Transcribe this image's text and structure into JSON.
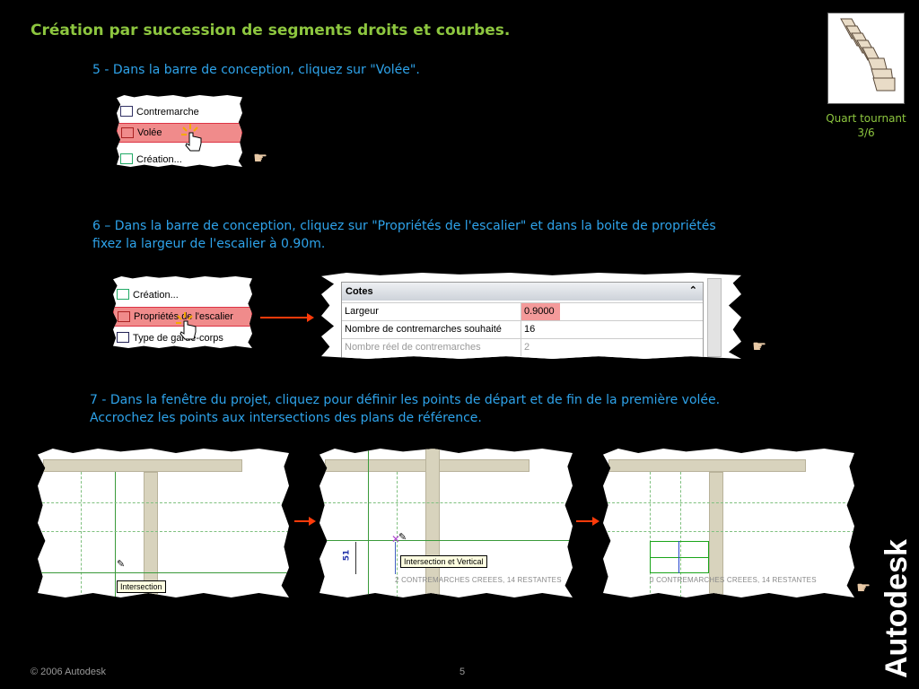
{
  "title": "Création par succession de segments droits et courbes.",
  "thumbnail": {
    "caption_line1": "Quart tournant",
    "caption_line2": "3/6",
    "icon": "stair-quarter-turn-icon"
  },
  "steps": {
    "step5": "5 - Dans la barre de conception, cliquez sur \"Volée\".",
    "step6_line1": "6 – Dans la barre de conception, cliquez sur \"Propriétés de l'escalier\" et dans la boite de propriétés",
    "step6_line2": "fixez la largeur de l'escalier à 0.90m.",
    "step7_line1": "7 - Dans la fenêtre du projet, cliquez pour définir les points de départ et de fin de la première volée.",
    "step7_line2": "Accrochez les points aux intersections des plans de référence."
  },
  "menu1": {
    "items": [
      "Contremarche",
      "Volée",
      "Création..."
    ],
    "highlighted": "Volée"
  },
  "menu2": {
    "items": [
      "Création...",
      "Propriétés de l'escalier",
      "Type de garde-corps"
    ],
    "highlighted": "Propriétés de l'escalier"
  },
  "props": {
    "section": "Cotes",
    "rows": [
      {
        "key": "Largeur",
        "value": "0.9000"
      },
      {
        "key": "Nombre de contremarches souhaité",
        "value": "16"
      },
      {
        "key": "Nombre réel de contremarches",
        "value": "2"
      }
    ]
  },
  "plans": {
    "p1_tooltip": "Intersection",
    "p2_tooltip": "Intersection et Vertical",
    "p2_dim": "51",
    "p2_status": "2 CONTREMARCHES CREEES, 14 RESTANTES",
    "p3_status": "0 CONTREMARCHES CREEES, 14 RESTANTES"
  },
  "footer": {
    "copyright": "© 2006 Autodesk",
    "page": "5"
  },
  "brand": {
    "logo": "Autodesk"
  },
  "colors": {
    "title": "#8dc63f",
    "steps": "#2ea3ea",
    "arrow": "#ff3b0a",
    "highlight": "#f08b8b"
  }
}
